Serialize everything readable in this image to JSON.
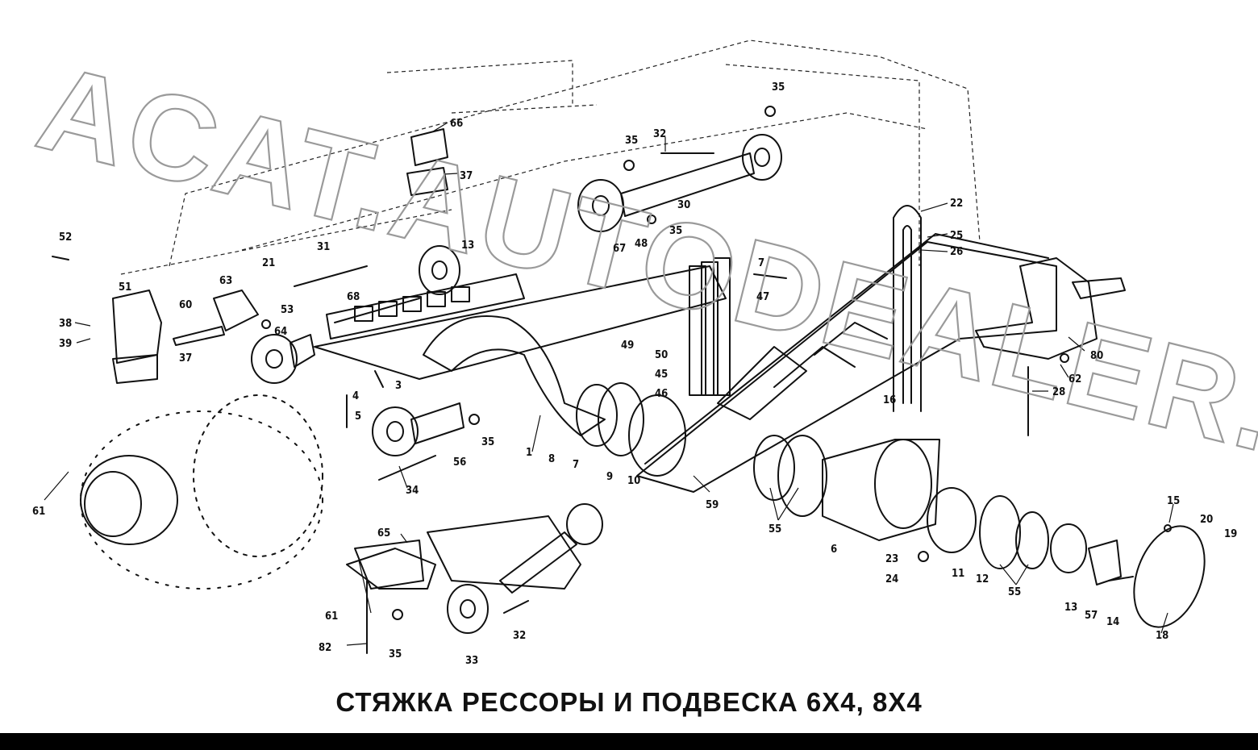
{
  "title": "СТЯЖКА РЕССОРЫ И ПОДВЕСКА 6X4, 8X4",
  "watermark": "ACAT.AUTODEALER.RU",
  "callouts": [
    "35",
    "66",
    "32",
    "37",
    "35",
    "30",
    "22",
    "25",
    "26",
    "67",
    "48",
    "35",
    "52",
    "21",
    "31",
    "13",
    "63",
    "51",
    "60",
    "53",
    "68",
    "38",
    "39",
    "37",
    "64",
    "7",
    "47",
    "80",
    "62",
    "49",
    "50",
    "45",
    "46",
    "3",
    "4",
    "5",
    "28",
    "16",
    "35",
    "56",
    "8",
    "7",
    "9",
    "10",
    "59",
    "1",
    "55",
    "6",
    "61",
    "34",
    "15",
    "20",
    "19",
    "65",
    "23",
    "24",
    "11",
    "12",
    "55",
    "13",
    "57",
    "14",
    "18",
    "61",
    "82",
    "35",
    "33",
    "32"
  ],
  "colors": {
    "ink": "#111111",
    "watermark": "#9a9a9a",
    "bar": "#000000"
  }
}
